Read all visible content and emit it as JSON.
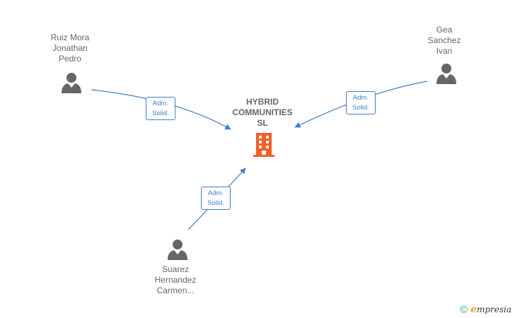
{
  "company": {
    "name_lines": [
      "HYBRID",
      "COMMUNITIES",
      "SL"
    ],
    "icon": "building-icon",
    "color": "#f0602a"
  },
  "people": [
    {
      "id": "ruiz",
      "name_lines": [
        "Ruiz Mora",
        "Jonathan",
        "Pedro"
      ],
      "icon": "person-icon"
    },
    {
      "id": "gea",
      "name_lines": [
        "Gea",
        "Sanchez",
        "Ivan"
      ],
      "icon": "person-icon"
    },
    {
      "id": "suarez",
      "name_lines": [
        "Suarez",
        "Hernandez",
        "Carmen..."
      ],
      "icon": "person-icon"
    }
  ],
  "relations": [
    {
      "from": "ruiz",
      "label_lines": [
        "Adm.",
        "Solid."
      ]
    },
    {
      "from": "gea",
      "label_lines": [
        "Adm.",
        "Solid."
      ]
    },
    {
      "from": "suarez",
      "label_lines": [
        "Adm.",
        "Solid."
      ]
    }
  ],
  "colors": {
    "edge": "#3d7fcc",
    "person": "#666666",
    "text": "#666666"
  },
  "brand": {
    "copyright": "©",
    "initial": "e",
    "rest": "mpresia"
  }
}
